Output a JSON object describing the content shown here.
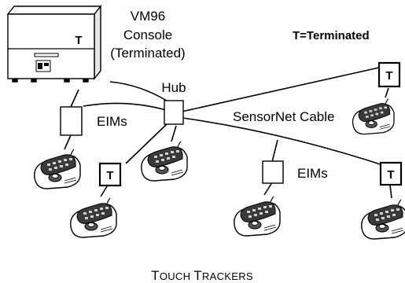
{
  "console": {
    "line1": "VM96",
    "line2": "Console",
    "line3": "(Terminated)",
    "terminator_mark": "T"
  },
  "legend": {
    "text": "T=Terminated"
  },
  "hub_label": "Hub",
  "cable_label": "SensorNet Cable",
  "eim_labels": [
    "EIMs",
    "EIMs"
  ],
  "terminator_mark": "T",
  "footer": {
    "first_cap": "T",
    "first_rest": "OUCH",
    "second_cap": "T",
    "second_rest": "RACKERS"
  }
}
